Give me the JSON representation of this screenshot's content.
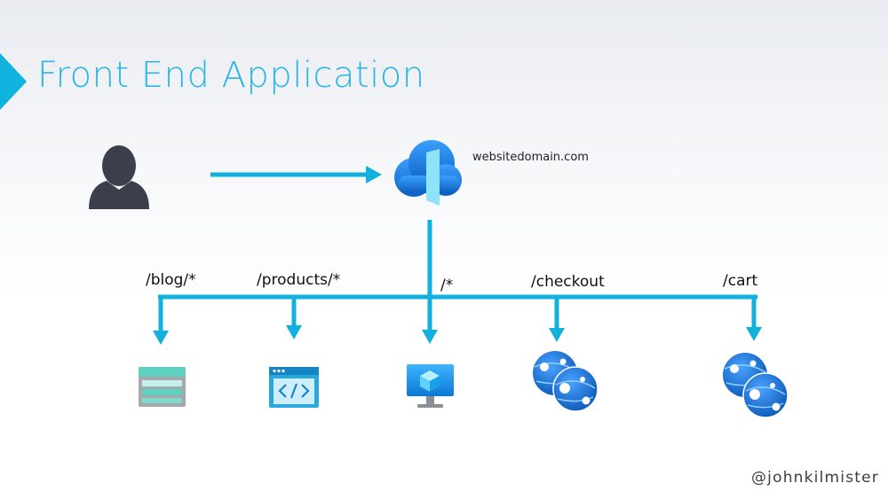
{
  "title": "Front End Application",
  "domain_label": "websitedomain.com",
  "routes": [
    {
      "path": "/blog/*",
      "target_icon": "storage-account-icon"
    },
    {
      "path": "/products/*",
      "target_icon": "static-web-app-icon"
    },
    {
      "path": "/*",
      "target_icon": "virtual-machine-icon"
    },
    {
      "path": "/checkout",
      "target_icon": "app-service-icon"
    },
    {
      "path": "/cart",
      "target_icon": "app-service-icon"
    }
  ],
  "watermark": "@johnkilmister",
  "colors": {
    "accent": "#0fb3de",
    "title": "#2cb5e8",
    "connector": "#12b0de",
    "user": "#3a3f4b",
    "cloud": "#1e7fd8",
    "storage": "#5fcfc0",
    "globe": "#1a6fd1"
  }
}
